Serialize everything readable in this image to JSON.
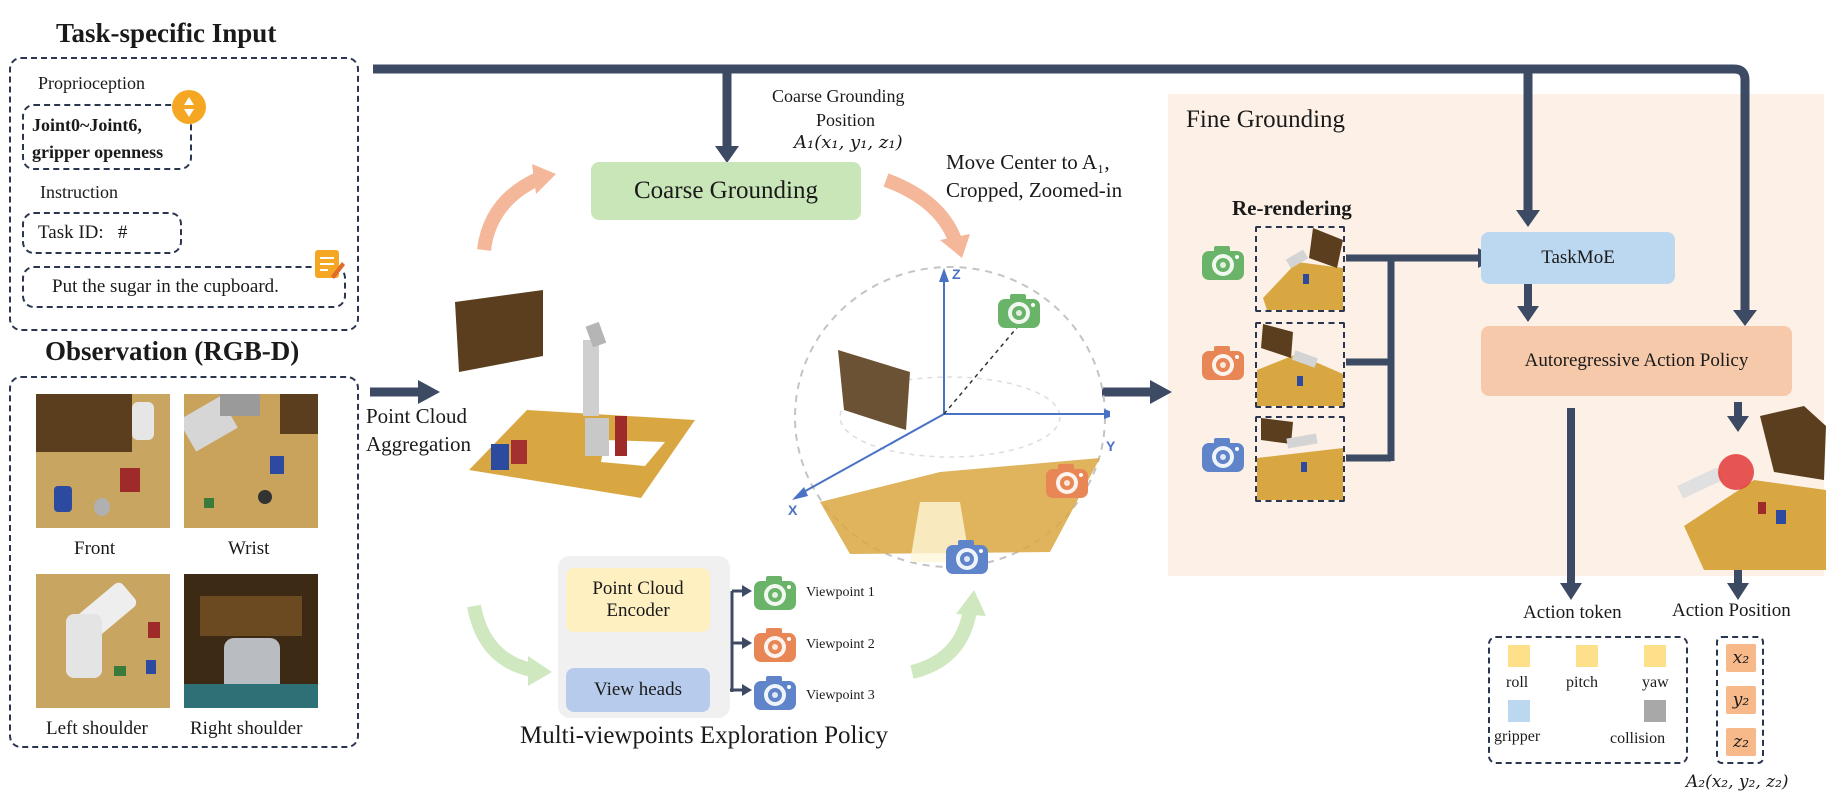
{
  "task_input": {
    "title": "Task-specific Input",
    "proprioception_label": "Proprioception",
    "proprioception_line1": "Joint0~Joint6,",
    "proprioception_line2": "gripper openness",
    "instruction_label": "Instruction",
    "task_id": "Task ID:   #",
    "instruction_text": "Put the sugar in the cupboard."
  },
  "observation": {
    "title": "Observation (RGB-D)",
    "views": [
      "Front",
      "Wrist",
      "Left shoulder",
      "Right shoulder"
    ]
  },
  "aggregation": {
    "line1": "Point Cloud",
    "line2": "Aggregation"
  },
  "coarse": {
    "position_line1": "Coarse Grounding",
    "position_line2": "Position",
    "position_math": "A₁(x₁, y₁, z₁)",
    "block": "Coarse Grounding",
    "move_line1": "Move Center to A₁,",
    "move_line2": "Cropped, Zoomed-in"
  },
  "exploration": {
    "encoder_line1": "Point Cloud",
    "encoder_line2": "Encoder",
    "heads": "View heads",
    "viewpoints": [
      "Viewpoint 1",
      "Viewpoint 2",
      "Viewpoint 3"
    ],
    "title": "Multi-viewpoints Exploration Policy"
  },
  "axes": {
    "z": "Z",
    "x": "X",
    "y": "Y"
  },
  "fine": {
    "title": "Fine Grounding",
    "rerender": "Re-rendering",
    "taskmoe": "TaskMoE",
    "policy": "Autoregressive Action Policy"
  },
  "outputs": {
    "action_token": "Action token",
    "action_position": "Action Position",
    "tokens": [
      "roll",
      "pitch",
      "yaw",
      "gripper",
      "collision"
    ],
    "coords": [
      "x₂",
      "y₂",
      "z₂"
    ],
    "final_math": "A₂(x₂, y₂, z₂)"
  },
  "colors": {
    "arrow": "#3d4a63",
    "coarse_block": "#c8e6b8",
    "taskmoe": "#bcd7f0",
    "policy": "#f6c9ab",
    "fine_bg": "#fdf1e7",
    "encoder": "#fff0c2",
    "heads": "#b7ccec",
    "token_yellow": "#ffe08a",
    "token_blue": "#bcd7f0",
    "token_gray": "#a8a8a8",
    "coord_orange": "#f7b98a",
    "cam_green": "#6ab46a",
    "cam_orange": "#e98655",
    "cam_blue": "#5f84c9"
  },
  "icons": [
    "stepper-icon",
    "note-icon",
    "camera-icon"
  ]
}
